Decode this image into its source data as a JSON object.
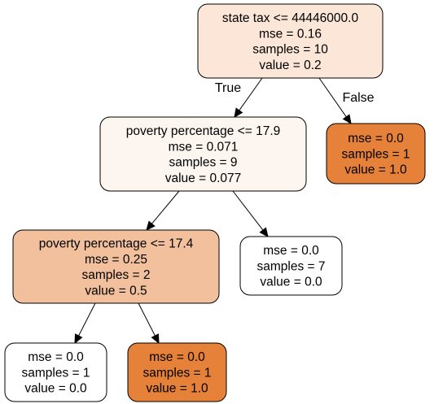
{
  "tree": {
    "nodes": [
      {
        "id": "n0",
        "lines": [
          "state tax <= 44446000.0",
          "mse = 0.16",
          "samples = 10",
          "value = 0.2"
        ],
        "fill": "#fbe6d8"
      },
      {
        "id": "n1",
        "lines": [
          "poverty percentage <= 17.9",
          "mse = 0.071",
          "samples = 9",
          "value = 0.077"
        ],
        "fill": "#fdf5ef"
      },
      {
        "id": "n2",
        "lines": [
          "mse = 0.0",
          "samples = 1",
          "value = 1.0"
        ],
        "fill": "#e58139"
      },
      {
        "id": "n3",
        "lines": [
          "poverty percentage <= 17.4",
          "mse = 0.25",
          "samples = 2",
          "value = 0.5"
        ],
        "fill": "#f2c09c"
      },
      {
        "id": "n4",
        "lines": [
          "mse = 0.0",
          "samples = 7",
          "value = 0.0"
        ],
        "fill": "#ffffff"
      },
      {
        "id": "n5",
        "lines": [
          "mse = 0.0",
          "samples = 1",
          "value = 0.0"
        ],
        "fill": "#ffffff"
      },
      {
        "id": "n6",
        "lines": [
          "mse = 0.0",
          "samples = 1",
          "value = 1.0"
        ],
        "fill": "#e58139"
      }
    ],
    "edges": [
      {
        "from": "n0",
        "to": "n1",
        "label": "True"
      },
      {
        "from": "n0",
        "to": "n2",
        "label": "False"
      },
      {
        "from": "n1",
        "to": "n3",
        "label": ""
      },
      {
        "from": "n1",
        "to": "n4",
        "label": ""
      },
      {
        "from": "n3",
        "to": "n5",
        "label": ""
      },
      {
        "from": "n3",
        "to": "n6",
        "label": ""
      }
    ]
  }
}
